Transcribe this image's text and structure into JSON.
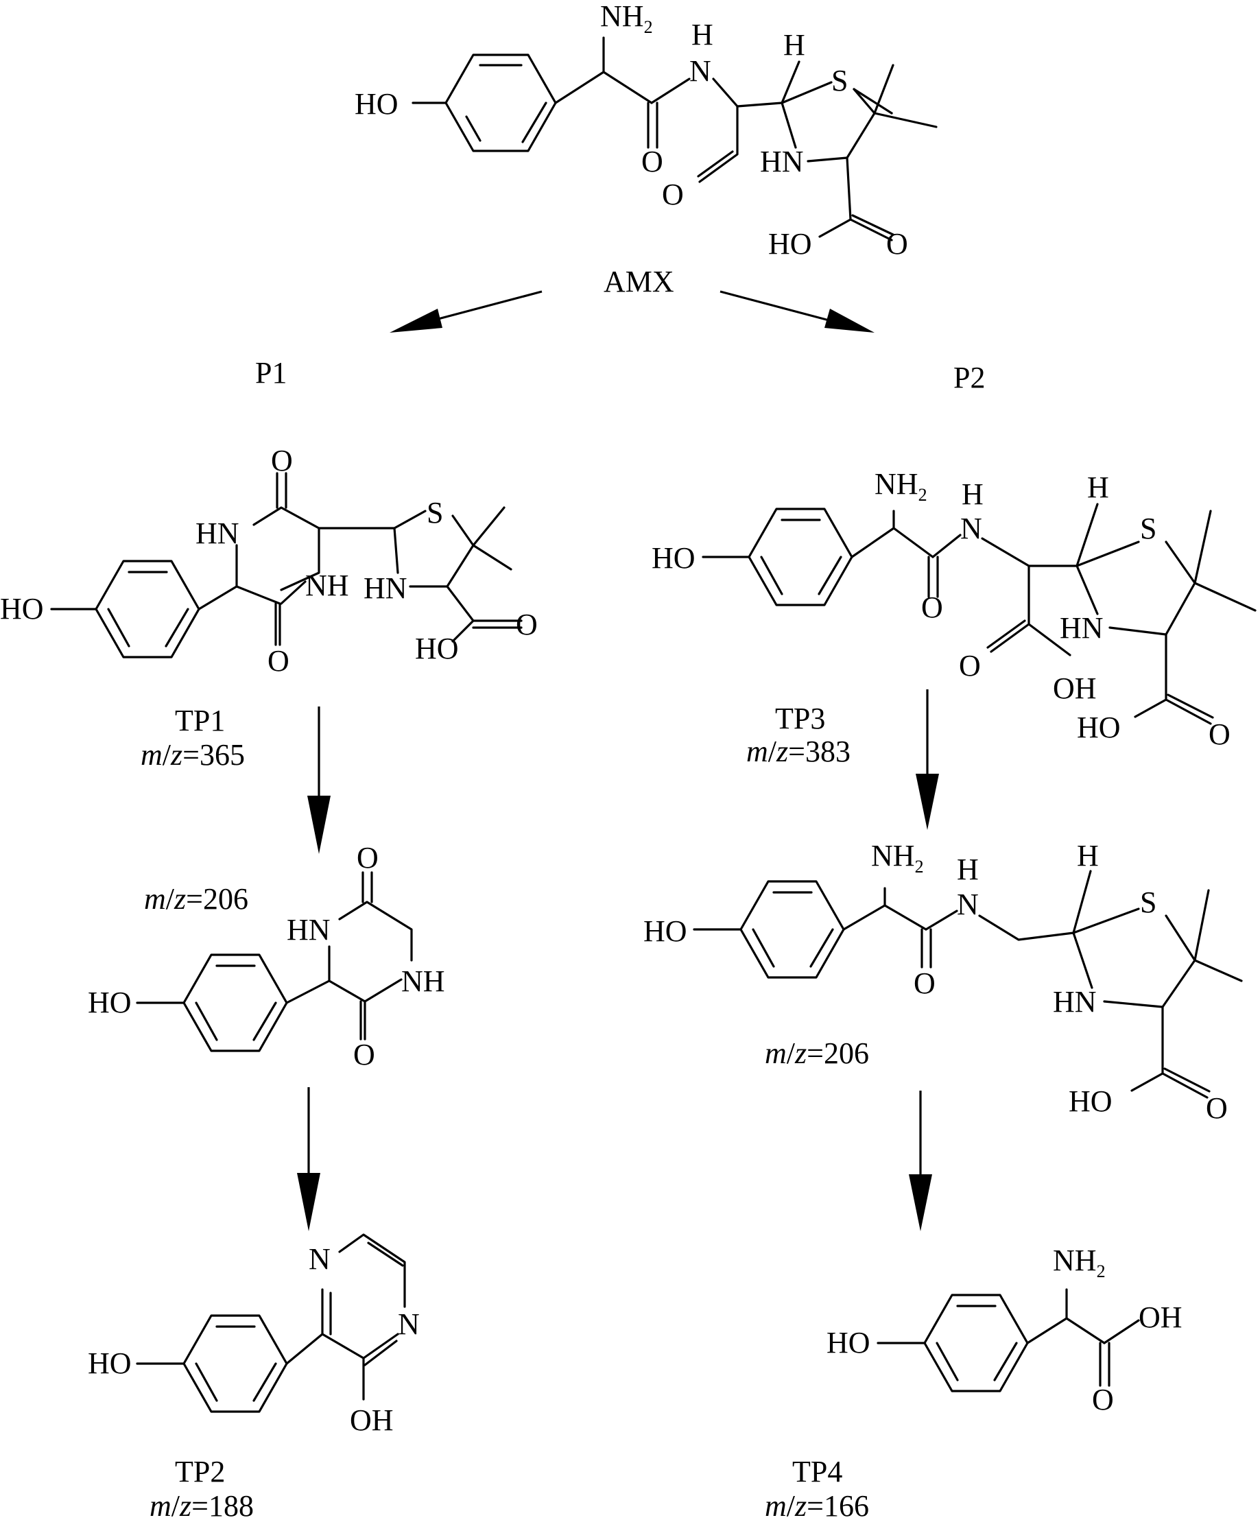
{
  "labels": {
    "amx": "AMX",
    "p1": "P1",
    "p2": "P2",
    "tp1": "TP1",
    "tp2": "TP2",
    "tp3": "TP3",
    "tp4": "TP4",
    "mz_prefix_m": "m",
    "mz_prefix_slash": "/",
    "mz_prefix_z": "z",
    "mz_tp1": "=365",
    "mz_206_left": "=206",
    "mz_tp2": "=188",
    "mz_tp3": "=383",
    "mz_206_right": "=206",
    "mz_tp4": "=166"
  },
  "atoms": {
    "ho": "HO",
    "oh": "OH",
    "o": "O",
    "h": "H",
    "n": "N",
    "nh": "NH",
    "hn": "HN",
    "s": "S",
    "nh2_main": "NH",
    "nh2_sub": "2"
  }
}
